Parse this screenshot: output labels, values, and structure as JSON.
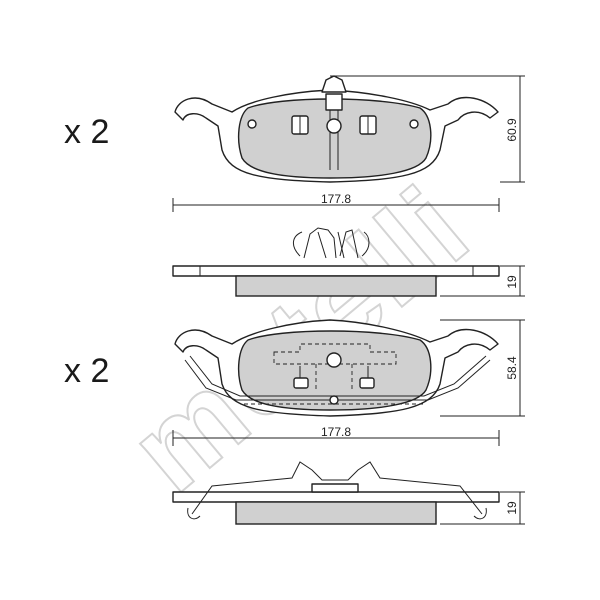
{
  "brand": {
    "watermark": "metelli"
  },
  "pads": [
    {
      "quantity": "x 2",
      "width": "177.8",
      "height": "60.9",
      "thickness": "19"
    },
    {
      "quantity": "x 2",
      "width": "177.8",
      "height": "58.4",
      "thickness": "19"
    }
  ],
  "colors": {
    "friction": "#d0d0d0",
    "line": "#222222",
    "watermark": "#d4d4d4"
  }
}
